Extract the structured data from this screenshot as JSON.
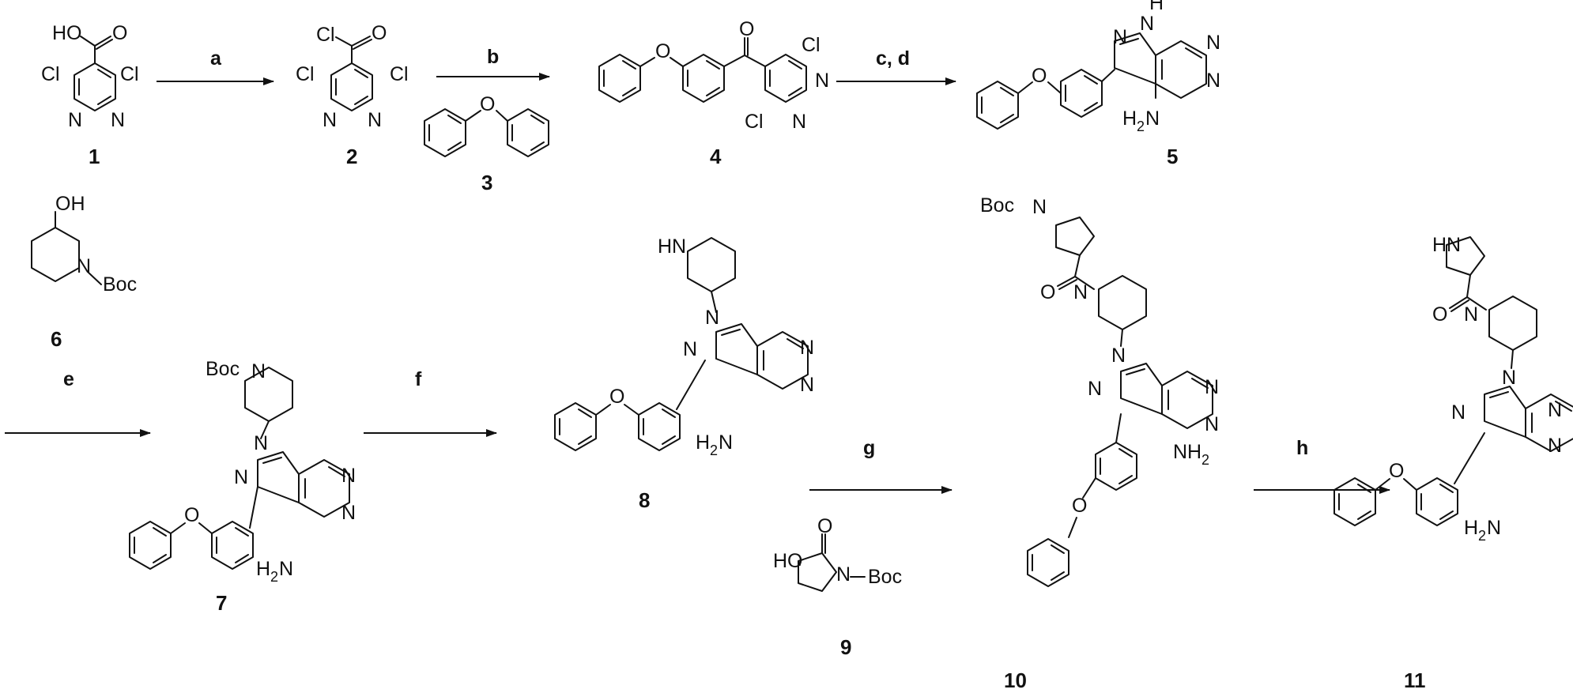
{
  "atoms": {
    "HO": "HO",
    "OH": "OH",
    "O": "O",
    "Cl": "Cl",
    "N": "N",
    "H": "H",
    "HN": "HN",
    "Boc": "Boc",
    "H2N_H": "H",
    "H2N_2": "2",
    "H2N_N": "N",
    "NH2_NH": "NH",
    "NH2_2": "2"
  },
  "compounds": [
    {
      "id": "c1",
      "label": "1"
    },
    {
      "id": "c2",
      "label": "2"
    },
    {
      "id": "c3",
      "label": "3"
    },
    {
      "id": "c4",
      "label": "4"
    },
    {
      "id": "c5",
      "label": "5"
    },
    {
      "id": "c6",
      "label": "6"
    },
    {
      "id": "c7",
      "label": "7"
    },
    {
      "id": "c8",
      "label": "8"
    },
    {
      "id": "c9",
      "label": "9"
    },
    {
      "id": "c10",
      "label": "10"
    },
    {
      "id": "c11",
      "label": "11"
    }
  ],
  "conditions": [
    {
      "step": "a",
      "label": "a"
    },
    {
      "step": "b",
      "label": "b"
    },
    {
      "step": "cd",
      "label": "c, d"
    },
    {
      "step": "e",
      "label": "e"
    },
    {
      "step": "f",
      "label": "f"
    },
    {
      "step": "g",
      "label": "g"
    },
    {
      "step": "h",
      "label": "h"
    }
  ]
}
